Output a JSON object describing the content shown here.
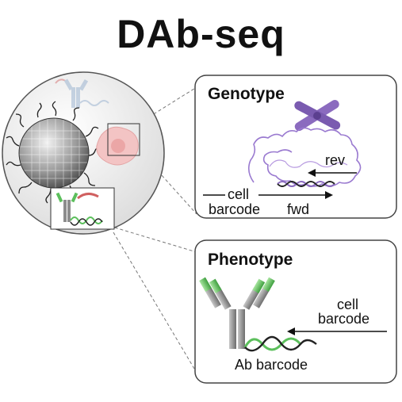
{
  "title": "DAb-seq",
  "genotype": {
    "heading": "Genotype",
    "rev_label": "rev",
    "fwd_label": "fwd",
    "cell_label": "cell",
    "barcode_label": "barcode"
  },
  "phenotype": {
    "heading": "Phenotype",
    "cell_label": "cell",
    "barcode_label": "barcode",
    "ab_barcode_label": "Ab barcode"
  },
  "colors": {
    "chromosome": "#8b6bbf",
    "dna_purple": "#9a7ad0",
    "antibody_gray": "#8c8c8c",
    "antibody_green": "#5cbf5c",
    "cell_pink": "#f3c4c4",
    "bead_gray": "#8a8a8a"
  }
}
